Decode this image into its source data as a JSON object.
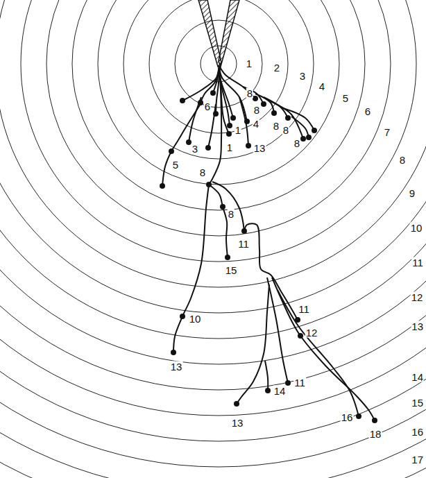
{
  "diagram": {
    "labels": [
      "1",
      "2",
      "3",
      "4",
      "5",
      "6",
      "7",
      "8",
      "9",
      "10",
      "11",
      "12",
      "13",
      "14",
      "15",
      "16",
      "17",
      "8",
      "6",
      "8",
      "8",
      "8",
      "1",
      "4",
      "8",
      "3",
      "1",
      "13",
      "5",
      "8",
      "8",
      "11",
      "15",
      "10",
      "11",
      "12",
      "13",
      "11",
      "14",
      "13",
      "16",
      "18"
    ]
  }
}
